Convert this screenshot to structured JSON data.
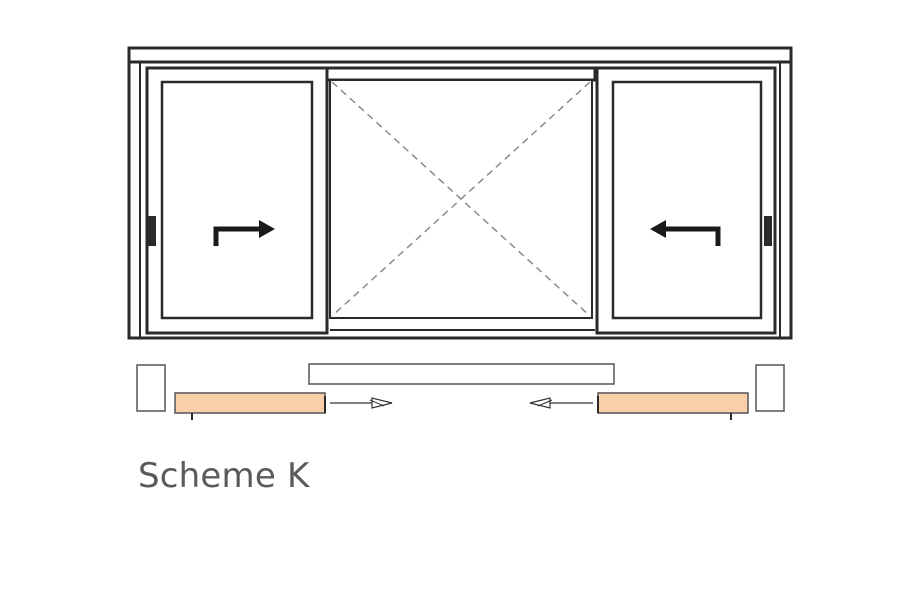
{
  "caption": "Scheme K",
  "scheme": {
    "type": "sliding-window",
    "panels": [
      {
        "name": "left-sash",
        "opening": "sliding",
        "direction": "right"
      },
      {
        "name": "center-fixed-pane",
        "opening": "fixed"
      },
      {
        "name": "right-sash",
        "opening": "sliding",
        "direction": "left"
      }
    ]
  },
  "colors": {
    "frame": "#2a2a2a",
    "sash_fill": "#ffffff",
    "glass_cross": "#8a8a8a",
    "track_panel": "#f8cfa6",
    "track_outline": "#555555"
  }
}
